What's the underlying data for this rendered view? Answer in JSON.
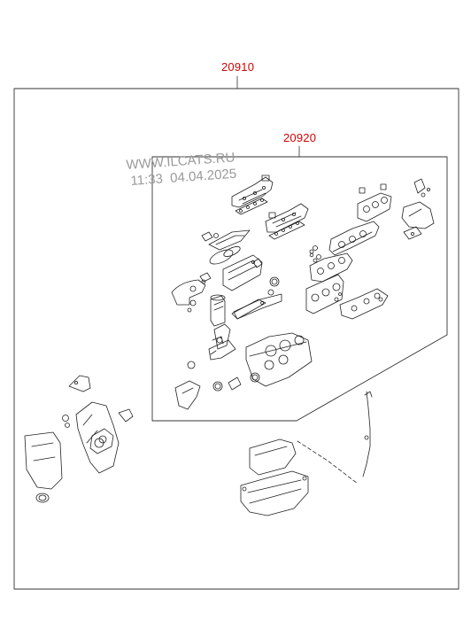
{
  "callouts": {
    "outer_part_number": "20910",
    "inner_part_number": "20920"
  },
  "watermark": {
    "line1": "WWW.ILCATS.RU",
    "line2": "11:33  04.04.2025"
  },
  "colors": {
    "callout": "#d40000",
    "line": "#222222",
    "watermark": "#9a9a9a"
  }
}
